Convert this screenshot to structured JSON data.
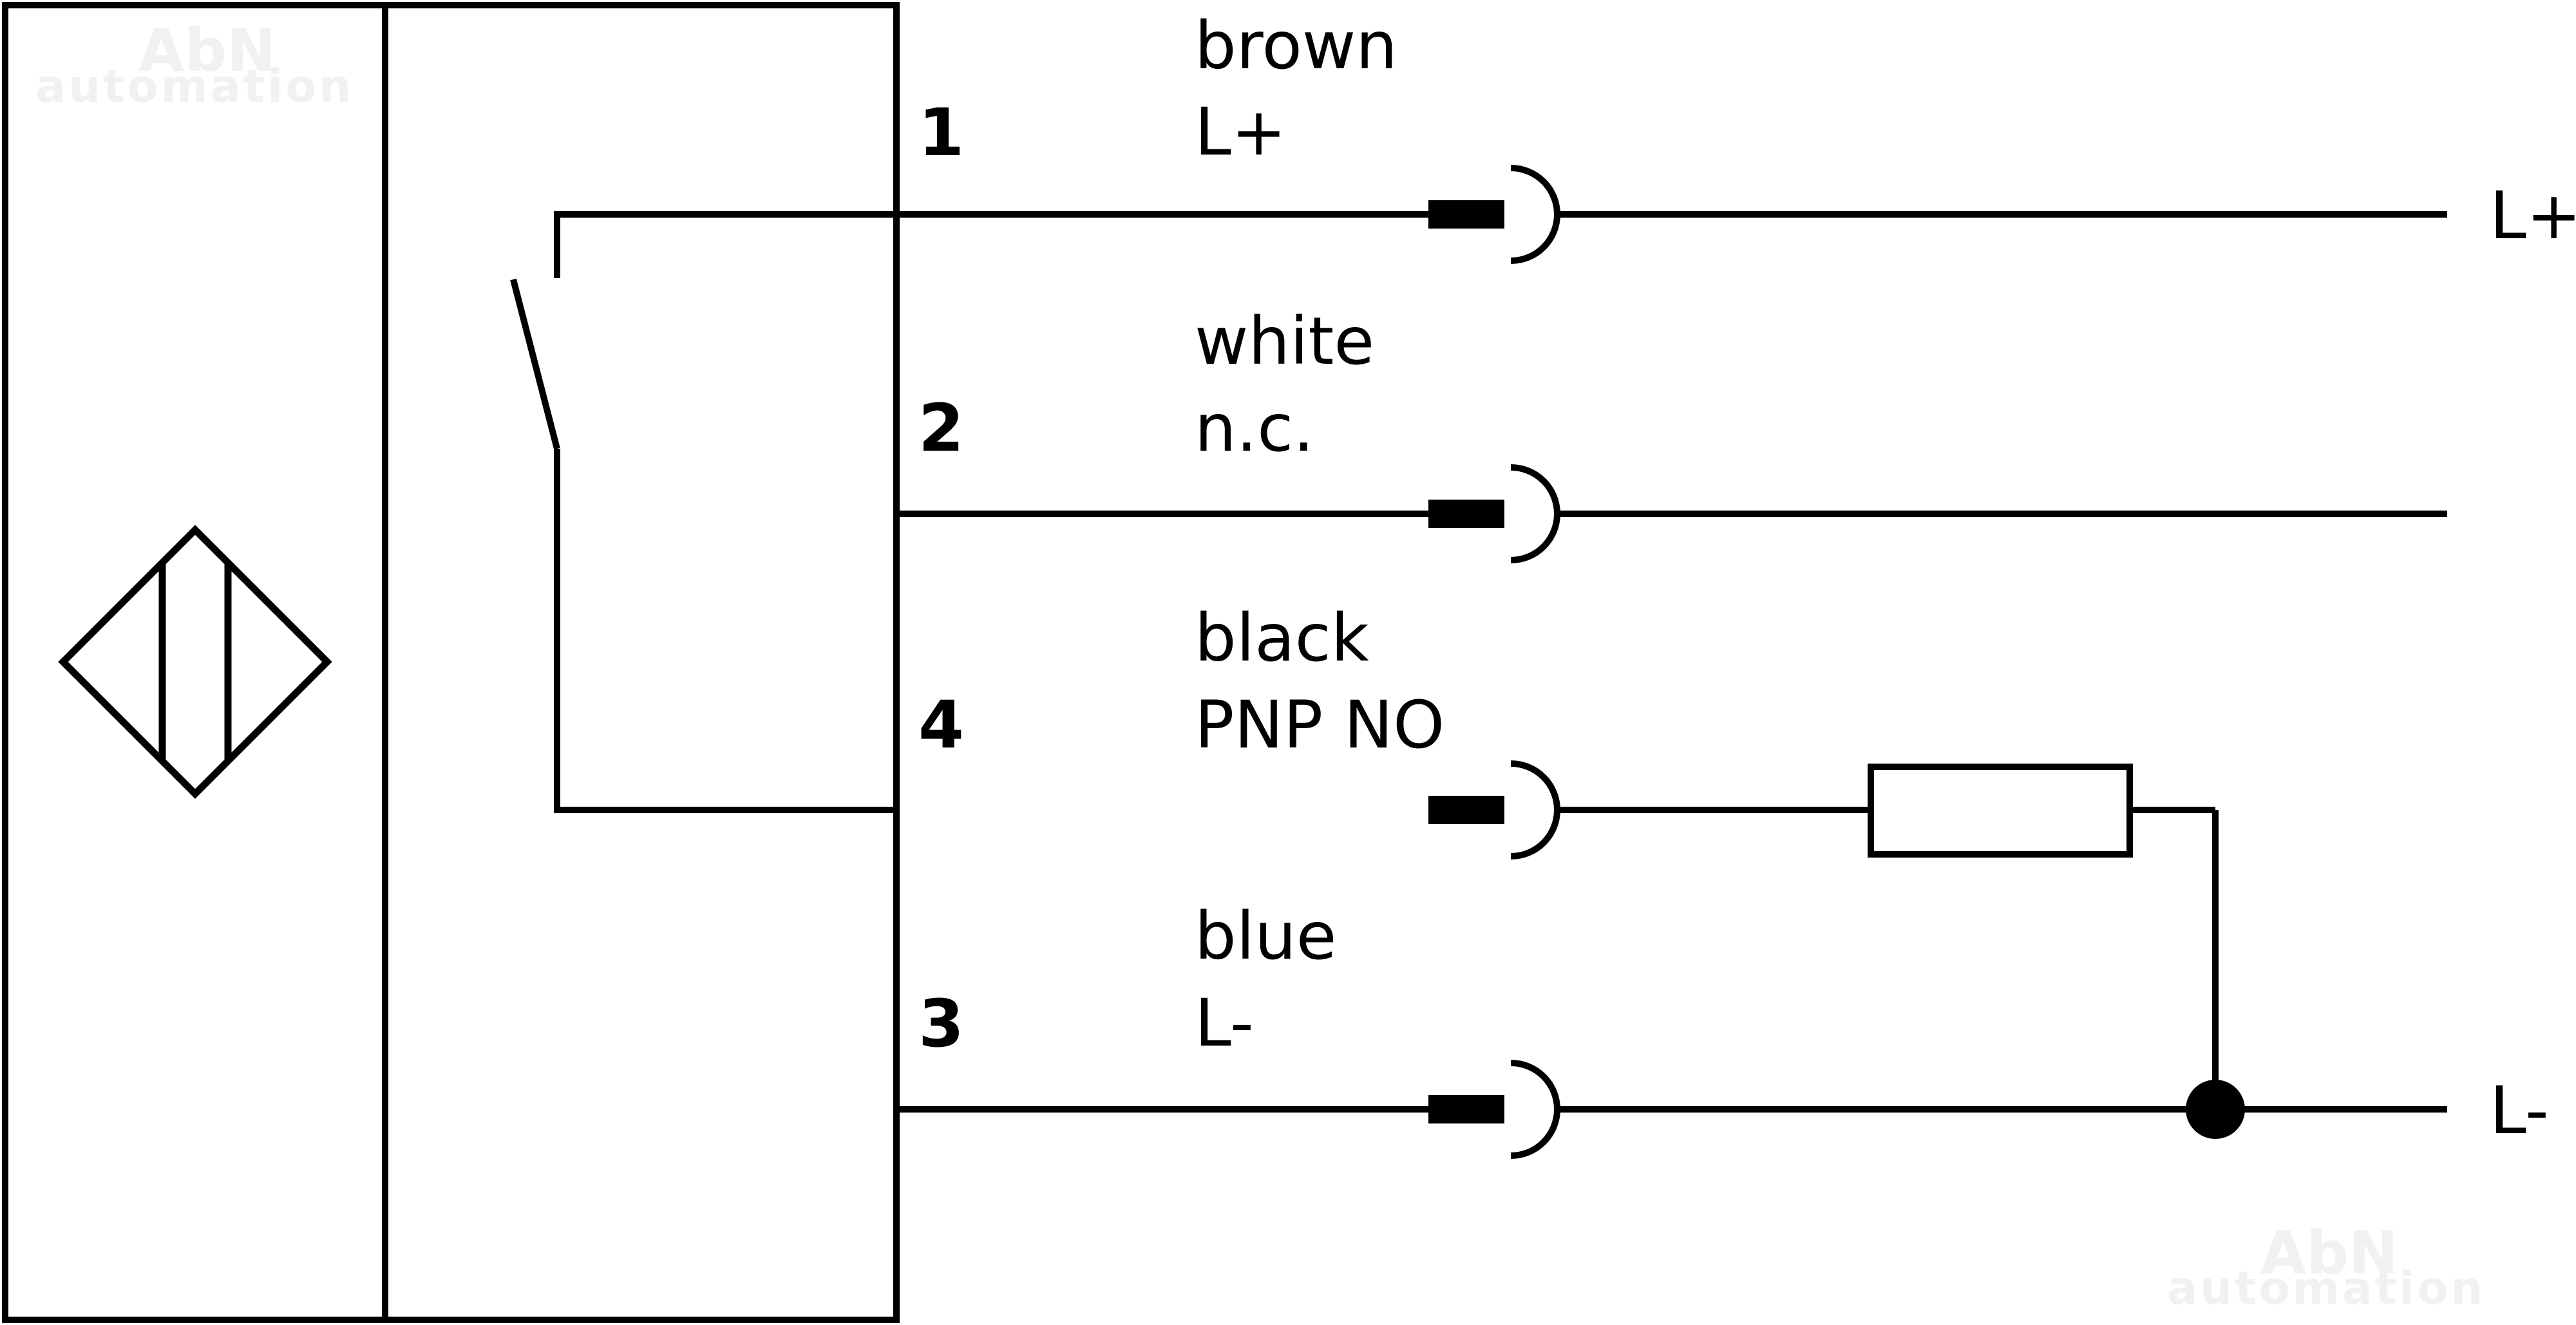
{
  "watermark": {
    "line1": "AbN",
    "line2": "automation"
  },
  "wires": [
    {
      "pin": "1",
      "color": "brown",
      "function": "L+",
      "end_label": "L+"
    },
    {
      "pin": "2",
      "color": "white",
      "function": "n.c.",
      "end_label": ""
    },
    {
      "pin": "4",
      "color": "black",
      "function": "PNP NO",
      "end_label": ""
    },
    {
      "pin": "3",
      "color": "blue",
      "function": "L-",
      "end_label": "L-"
    }
  ],
  "icons": {
    "sensor": "inductive-sensor-diamond-icon",
    "switch": "no-switch-contact-icon",
    "connector": "plug-socket-icon",
    "load": "resistor-load-icon",
    "junction": "junction-dot-icon"
  }
}
